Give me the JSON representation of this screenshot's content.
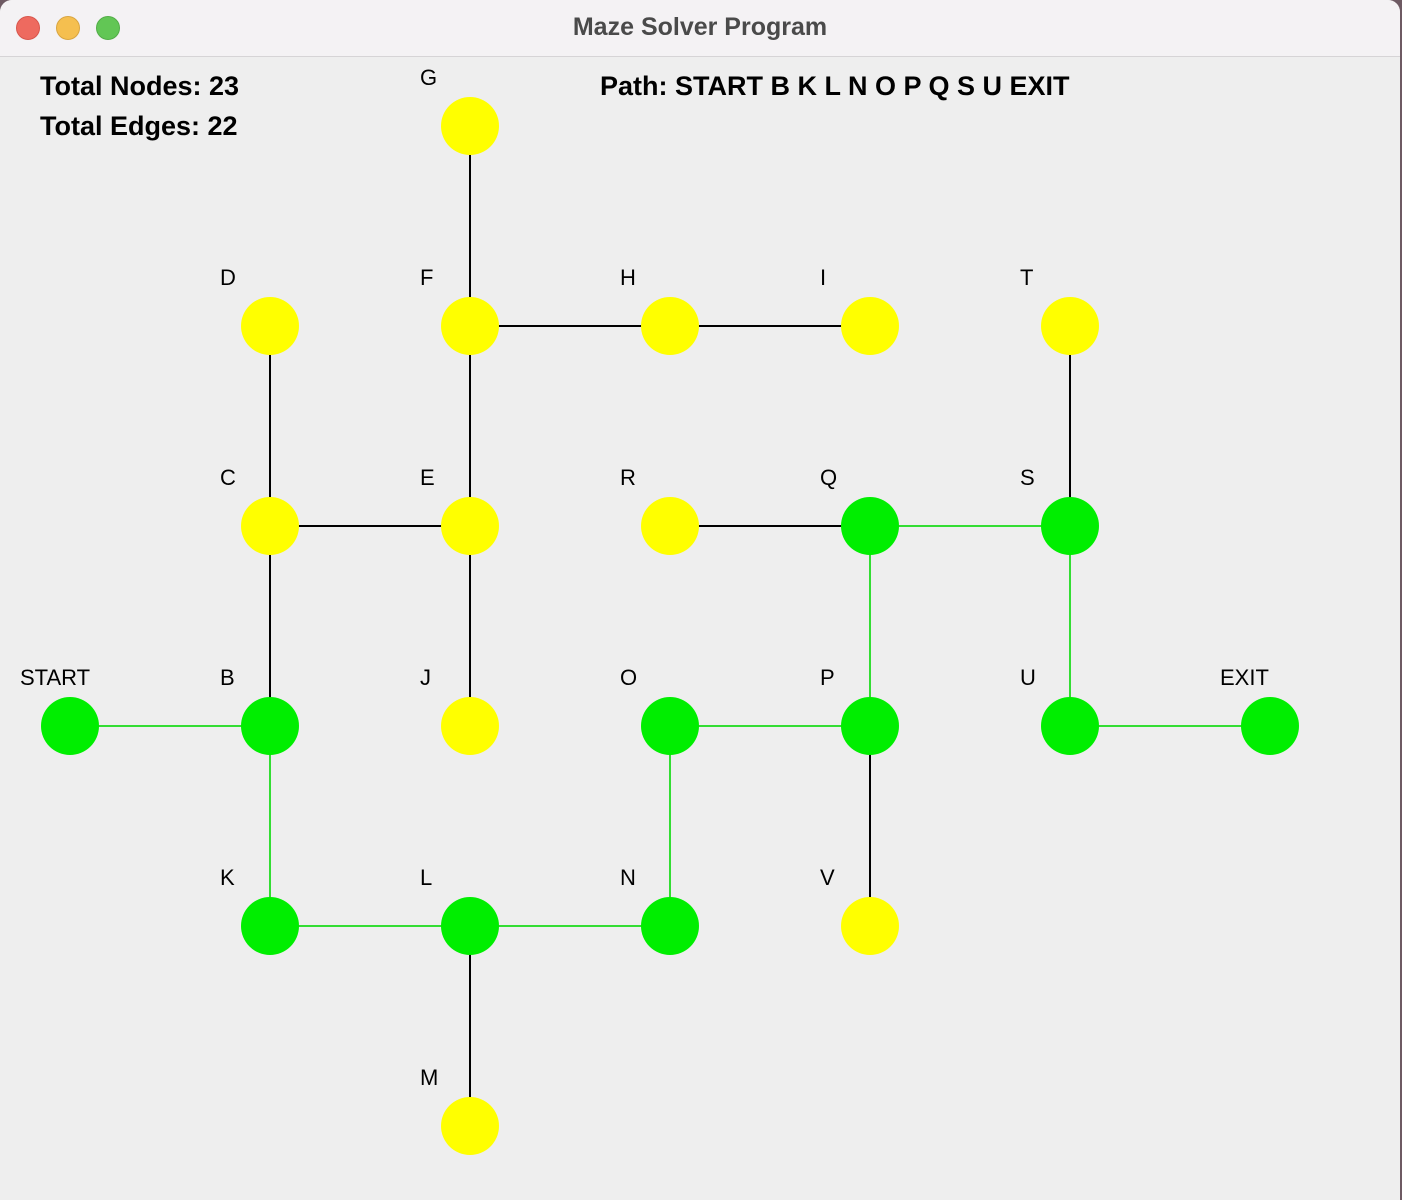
{
  "window": {
    "title": "Maze Solver Program",
    "controls": [
      "close-icon",
      "minimize-icon",
      "zoom-icon"
    ]
  },
  "stats": {
    "total_nodes": "Total Nodes: 23",
    "total_edges": "Total Edges: 22"
  },
  "path_label": "Path: START B K L N O P Q S U EXIT",
  "path": [
    "START",
    "B",
    "K",
    "L",
    "N",
    "O",
    "P",
    "Q",
    "S",
    "U",
    "EXIT"
  ],
  "colors": {
    "node_default": "#ffff00",
    "node_on_path": "#00ee00",
    "edge_default": "#000000",
    "edge_on_path": "#33dd33",
    "background": "#eeeeee"
  },
  "graph": {
    "nodes": [
      {
        "id": "G",
        "label": "G",
        "col": 2,
        "row": 0
      },
      {
        "id": "D",
        "label": "D",
        "col": 1,
        "row": 1
      },
      {
        "id": "F",
        "label": "F",
        "col": 2,
        "row": 1
      },
      {
        "id": "H",
        "label": "H",
        "col": 3,
        "row": 1
      },
      {
        "id": "I",
        "label": "I",
        "col": 4,
        "row": 1
      },
      {
        "id": "T",
        "label": "T",
        "col": 5,
        "row": 1
      },
      {
        "id": "C",
        "label": "C",
        "col": 1,
        "row": 2
      },
      {
        "id": "E",
        "label": "E",
        "col": 2,
        "row": 2
      },
      {
        "id": "R",
        "label": "R",
        "col": 3,
        "row": 2
      },
      {
        "id": "Q",
        "label": "Q",
        "col": 4,
        "row": 2
      },
      {
        "id": "S",
        "label": "S",
        "col": 5,
        "row": 2
      },
      {
        "id": "START",
        "label": "START",
        "col": 0,
        "row": 3
      },
      {
        "id": "B",
        "label": "B",
        "col": 1,
        "row": 3
      },
      {
        "id": "J",
        "label": "J",
        "col": 2,
        "row": 3
      },
      {
        "id": "O",
        "label": "O",
        "col": 3,
        "row": 3
      },
      {
        "id": "P",
        "label": "P",
        "col": 4,
        "row": 3
      },
      {
        "id": "U",
        "label": "U",
        "col": 5,
        "row": 3
      },
      {
        "id": "EXIT",
        "label": "EXIT",
        "col": 6,
        "row": 3
      },
      {
        "id": "K",
        "label": "K",
        "col": 1,
        "row": 4
      },
      {
        "id": "L",
        "label": "L",
        "col": 2,
        "row": 4
      },
      {
        "id": "N",
        "label": "N",
        "col": 3,
        "row": 4
      },
      {
        "id": "V",
        "label": "V",
        "col": 4,
        "row": 4
      },
      {
        "id": "M",
        "label": "M",
        "col": 2,
        "row": 5
      }
    ],
    "edges": [
      [
        "G",
        "F"
      ],
      [
        "F",
        "H"
      ],
      [
        "H",
        "I"
      ],
      [
        "F",
        "E"
      ],
      [
        "D",
        "C"
      ],
      [
        "C",
        "E"
      ],
      [
        "C",
        "B"
      ],
      [
        "E",
        "J"
      ],
      [
        "T",
        "S"
      ],
      [
        "R",
        "Q"
      ],
      [
        "Q",
        "S"
      ],
      [
        "Q",
        "P"
      ],
      [
        "S",
        "U"
      ],
      [
        "START",
        "B"
      ],
      [
        "B",
        "K"
      ],
      [
        "O",
        "P"
      ],
      [
        "O",
        "N"
      ],
      [
        "P",
        "V"
      ],
      [
        "U",
        "EXIT"
      ],
      [
        "K",
        "L"
      ],
      [
        "L",
        "N"
      ],
      [
        "L",
        "M"
      ]
    ]
  }
}
